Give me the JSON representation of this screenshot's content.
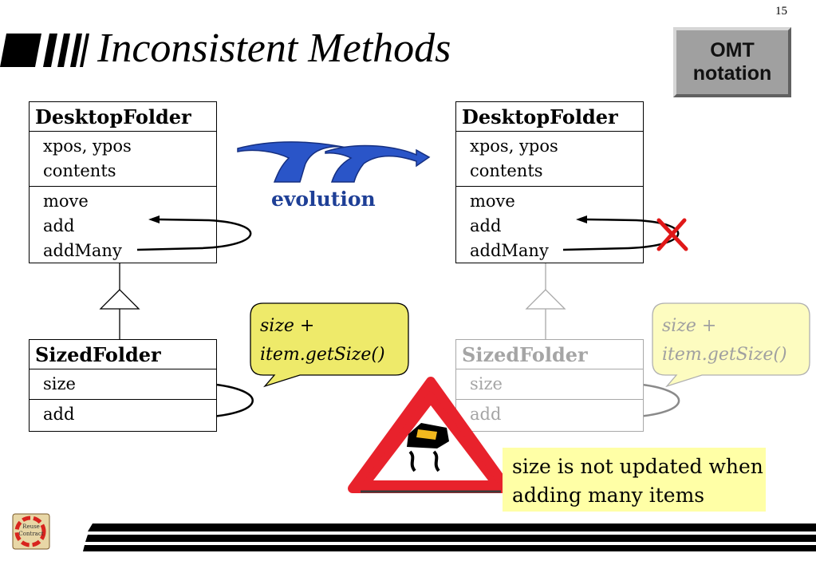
{
  "slide": {
    "number": "15",
    "title": "Inconsistent Methods"
  },
  "omt_badge": {
    "line1": "OMT",
    "line2": "notation"
  },
  "left_diagram": {
    "desktop_folder": {
      "name": "DesktopFolder",
      "attributes": [
        "xpos, ypos",
        "contents"
      ],
      "methods": [
        "move",
        "add",
        "addMany"
      ]
    },
    "sized_folder": {
      "name": "SizedFolder",
      "attributes": [
        "size"
      ],
      "methods": [
        "add"
      ]
    },
    "bubble": {
      "line1_italic": "size",
      "line1_rest": " +",
      "line2": "item.getSize()"
    }
  },
  "evolution_label": "evolution",
  "right_diagram": {
    "desktop_folder": {
      "name": "DesktopFolder",
      "attributes": [
        "xpos, ypos",
        "contents"
      ],
      "methods": [
        "move",
        "add",
        "addMany"
      ]
    },
    "sized_folder": {
      "name": "SizedFolder",
      "attributes": [
        "size"
      ],
      "methods": [
        "add"
      ]
    },
    "bubble": {
      "line1_italic": "size",
      "line1_rest": " +",
      "line2": "item.getSize()"
    }
  },
  "warning_note": {
    "line1": "size is not updated when",
    "line2": "adding many items"
  },
  "logo": {
    "text1": "Reuse",
    "text2": "Contract"
  },
  "colors": {
    "evolution_blue": "#1e3f96",
    "bubble_yellow": "#eeea6a",
    "bubble_faded": "#fdfcc0",
    "note_yellow": "#ffffa6",
    "cross_red": "#e01818",
    "warning_red": "#e8222c"
  }
}
